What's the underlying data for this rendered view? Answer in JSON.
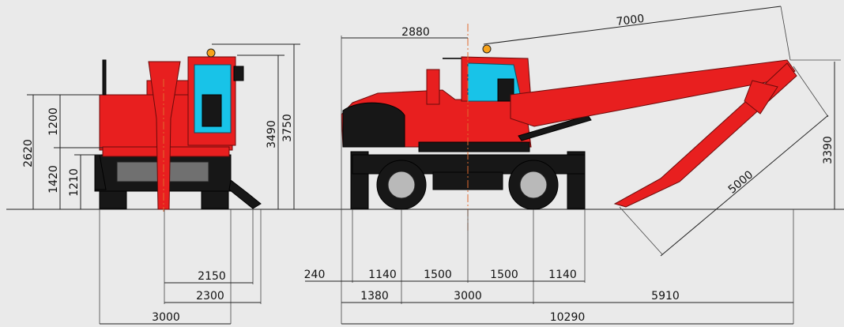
{
  "colors": {
    "background": "#eaeaea",
    "body": "#e81f1f",
    "undercarriage": "#171717",
    "glass": "#18c3e8",
    "dimension_line": "#222222",
    "center_line": "#e06b2f"
  },
  "left_view": {
    "heights": [
      "2620",
      "1200",
      "1420",
      "1210",
      "3490",
      "3750"
    ],
    "widths": [
      "2150",
      "2300",
      "3000"
    ]
  },
  "right_view": {
    "top": [
      "2880",
      "7000"
    ],
    "boom": [
      "5000",
      "3390"
    ],
    "bottom_row1": [
      "240",
      "1140",
      "1500",
      "1500",
      "1140"
    ],
    "bottom_row2": [
      "1380",
      "3000",
      "5910"
    ],
    "bottom_row3": "10290"
  }
}
